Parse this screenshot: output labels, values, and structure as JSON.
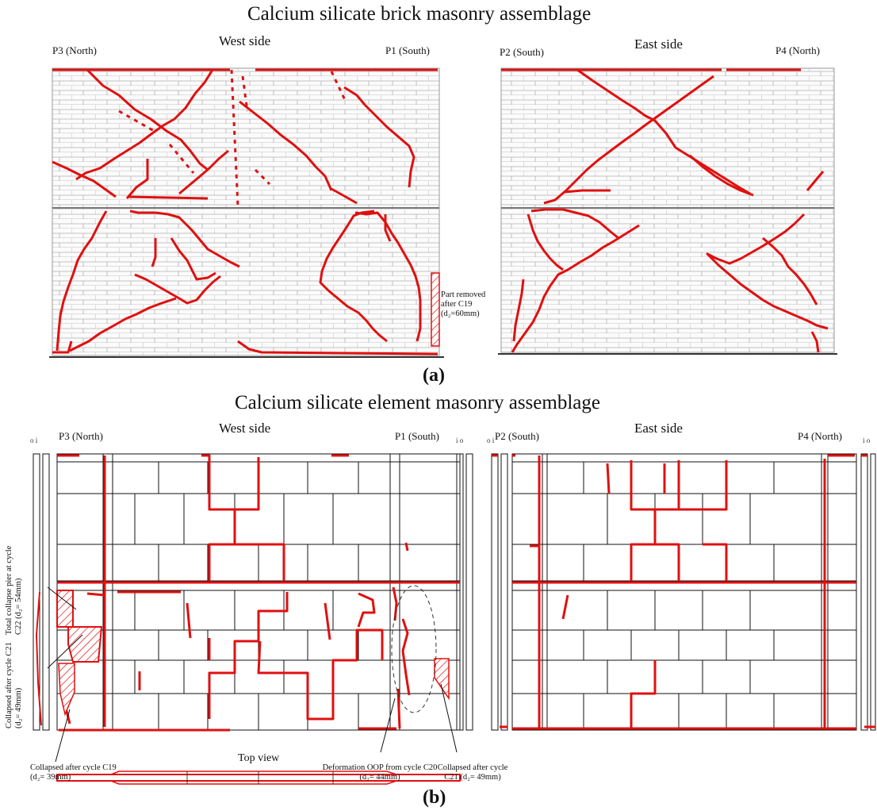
{
  "part_a": {
    "title": "Calcium silicate brick masonry assemblage",
    "label": "(a)",
    "west_side": "West side",
    "east_side": "East side",
    "pier_p3": "P3 (North)",
    "pier_p1": "P1 (South)",
    "pier_p2": "P2 (South)",
    "pier_p4": "P4 (North)",
    "annotation_removed": "Part removed after C19 (d₂=60mm)"
  },
  "part_b": {
    "title": "Calcium silicate element masonry assemblage",
    "label": "(b)",
    "west_side": "West side",
    "east_side": "East side",
    "pier_p3": "P3 (North)",
    "pier_p1": "P1 (South)",
    "pier_p2": "P2 (South)",
    "pier_p4": "P4 (North)",
    "top_view": "Top view",
    "oi_left": "o  i",
    "oi_right": "i  o",
    "annotation_total_collapse": "Total collapse pier at cycle C22 (d₂= 54mm)",
    "annotation_collapsed_c21_left": "Collapsed after cycle C21 (d₂= 49mm)",
    "annotation_collapsed_c19": "Collapsed after cycle C19 (d₂= 39mm)",
    "annotation_deformation": "Deformation OOP from cycle C20 (d₂= 44mm)",
    "annotation_collapsed_c21_right": "Collapsed after cycle C21 (d₂= 49mm)"
  },
  "colors": {
    "crack": "#e01010",
    "mortar_grid": "#b0b0b0",
    "outline": "#111111"
  }
}
